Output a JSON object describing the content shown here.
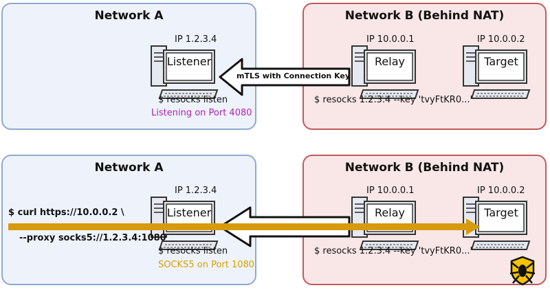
{
  "top": {
    "net_a": {
      "title": "Network A",
      "listener_ip": "IP 1.2.3.4",
      "listener_label": "Listener",
      "listener_cmd": "$ resocks listen",
      "listening_note": "Listening on Port 4080"
    },
    "net_b": {
      "title": "Network B (Behind NAT)",
      "relay_ip": "IP 10.0.0.1",
      "relay_label": "Relay",
      "target_ip": "IP 10.0.0.2",
      "target_label": "Target",
      "relay_cmd": "$ resocks 1.2.3.4 --key 'tvyFtKR0...'"
    },
    "arrow_label": "mTLS with Connection Key"
  },
  "bottom": {
    "net_a": {
      "title": "Network A",
      "listener_ip": "IP 1.2.3.4",
      "listener_label": "Listener",
      "listener_cmd": "$ resocks listen",
      "socks_note": "SOCKS5 on Port 1080",
      "curl_line1": "$ curl  https://10.0.0.2 \\",
      "curl_line2": "--proxy socks5://1.2.3.4:1080"
    },
    "net_b": {
      "title": "Network B (Behind NAT)",
      "relay_ip": "IP 10.0.0.1",
      "relay_label": "Relay",
      "target_ip": "IP 10.0.0.2",
      "target_label": "Target",
      "relay_cmd": "$ resocks 1.2.3.4 --key 'tvyFtKR0...'"
    }
  },
  "colors": {
    "net_a_fill": "#eef3fb",
    "net_a_border": "#8fa9cf",
    "net_b_fill": "#f9e7e7",
    "net_b_border": "#c05a5a",
    "listening_note": "#b020b0",
    "socks_note": "#d4a000",
    "traffic_arrow": "#d79a0c"
  },
  "icons": {
    "computer": "desktop-computer-icon",
    "logo": "spider-shield-logo-icon"
  }
}
